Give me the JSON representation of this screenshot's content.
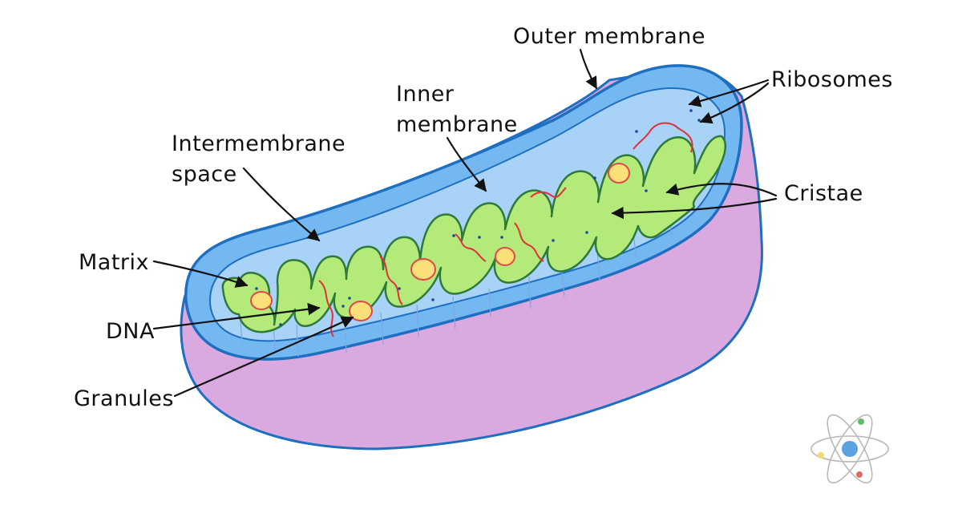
{
  "labels": {
    "outer_membrane": "Outer membrane",
    "ribosomes": "Ribosomes",
    "inner_membrane_line1": "Inner",
    "inner_membrane_line2": "membrane",
    "intermembrane_line1": "Intermembrane",
    "intermembrane_line2": "space",
    "cristae": "Cristae",
    "matrix": "Matrix",
    "dna": "DNA",
    "granules": "Granules"
  },
  "colors": {
    "outer_wall": "#d9a9e0",
    "outer_membrane": "#74b8f2",
    "membrane_stroke": "#1e6fc0",
    "matrix": "#b4ea7a",
    "matrix_stroke": "#2e7a3a",
    "dna": "#e0303a",
    "granule": "#fbe07a",
    "granule_stroke": "#e04848",
    "ribosome": "#1a4a9a"
  },
  "logo": {
    "icon": "atom-icon"
  }
}
